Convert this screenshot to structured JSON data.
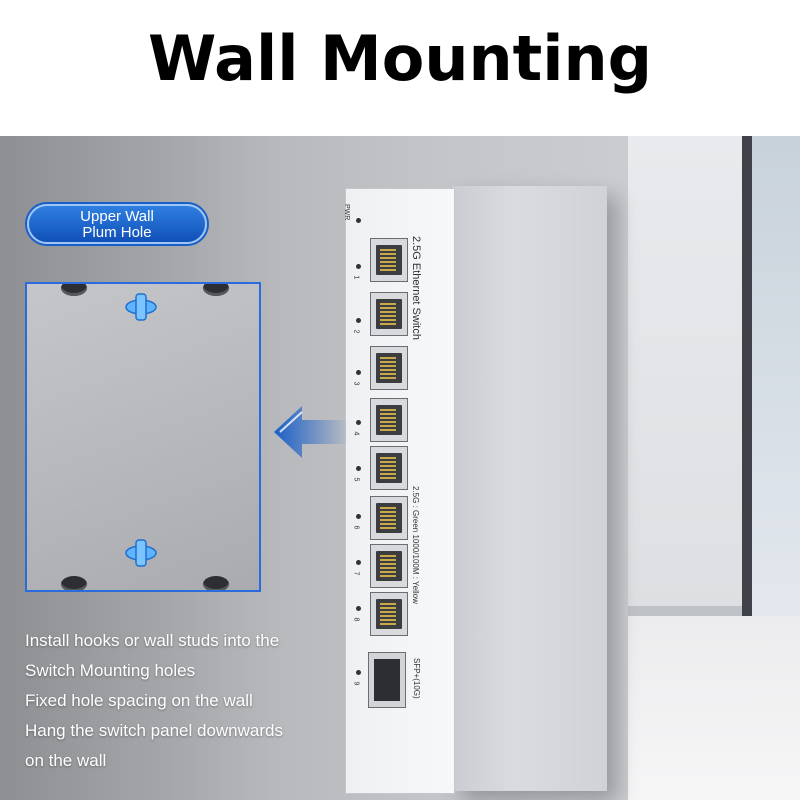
{
  "title": "Wall Mounting",
  "callout": {
    "badge_line1": "Upper Wall",
    "badge_line2": "Plum Hole"
  },
  "device": {
    "power_label": "PWR",
    "brand_text": "2.5G Ethernet Switch",
    "legend_text": "2.5G : Green    1000/100M : Yellow",
    "sfp_label": "SFP+(10G)",
    "port_numbers": [
      "1",
      "2",
      "3",
      "4",
      "5",
      "6",
      "7",
      "8",
      "9"
    ]
  },
  "caption": {
    "line1": "Install hooks or wall studs into the",
    "line2": "Switch Mounting holes",
    "line3": "Fixed hole spacing on the wall",
    "line4": "Hang the switch panel downwards",
    "line5": "on the wall"
  },
  "colors": {
    "accent_blue": "#1a5fc8",
    "hook_blue": "#5fb4ff"
  }
}
